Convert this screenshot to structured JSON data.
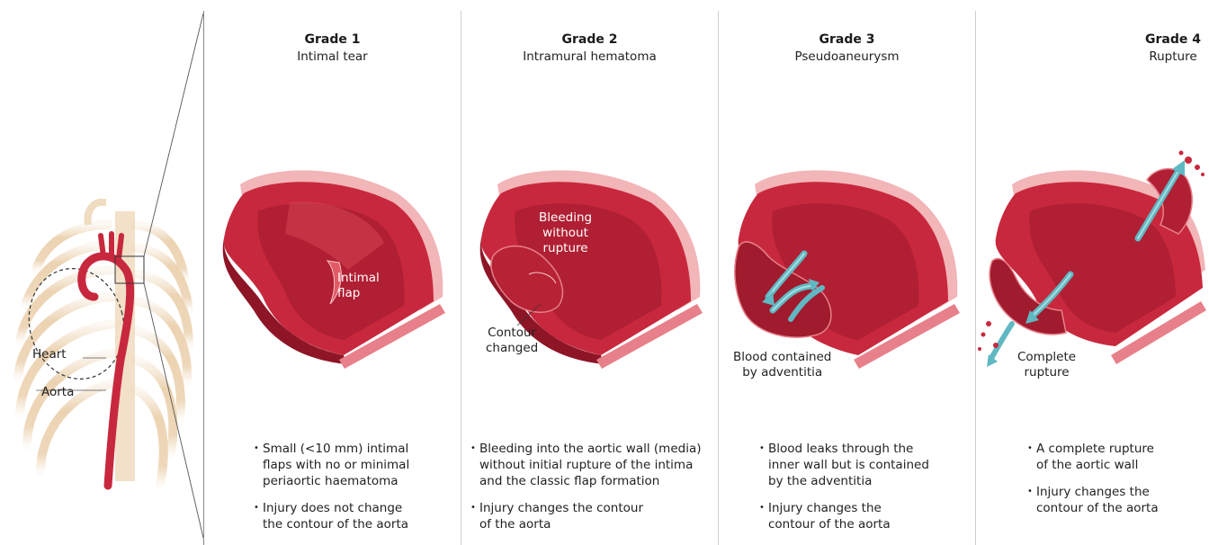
{
  "thorax": {
    "heart_label": "Heart",
    "aorta_label": "Aorta"
  },
  "grades": [
    {
      "title": "Grade 1",
      "subtitle": "Intimal tear",
      "labels": [
        "Intimal\nflap"
      ],
      "bullets": [
        "Small (<10 mm) intimal\nflaps with no or minimal\nperiaortic haematoma",
        "Injury does not change\nthe contour of the aorta"
      ]
    },
    {
      "title": "Grade 2",
      "subtitle": "Intramural hematoma",
      "labels": [
        "Bleeding\nwithout\nrupture",
        "Contour\nchanged"
      ],
      "bullets": [
        "Bleeding into the aortic wall (media)\nwithout initial rupture of the intima\nand the classic flap formation",
        "Injury changes the contour\nof the aorta"
      ]
    },
    {
      "title": "Grade 3",
      "subtitle": "Pseudoaneurysm",
      "labels": [
        "Blood contained\nby adventitia"
      ],
      "bullets": [
        "Blood leaks through the\ninner wall but is contained\nby the adventitia",
        "Injury changes the\ncontour of the aorta"
      ]
    },
    {
      "title": "Grade 4",
      "subtitle": "Rupture",
      "labels": [
        "Complete\nrupture"
      ],
      "bullets": [
        "A complete rupture\nof the aortic wall",
        "Injury changes the\ncontour of the aorta"
      ]
    }
  ],
  "colors": {
    "aorta_dark": "#9e1b2c",
    "aorta_mid": "#c8283d",
    "aorta_light": "#e7808a",
    "aorta_pale": "#f2b5b8",
    "rib": "#f0dcc0",
    "arrow": "#5fb8c2",
    "divider": "#cfcfcf"
  }
}
